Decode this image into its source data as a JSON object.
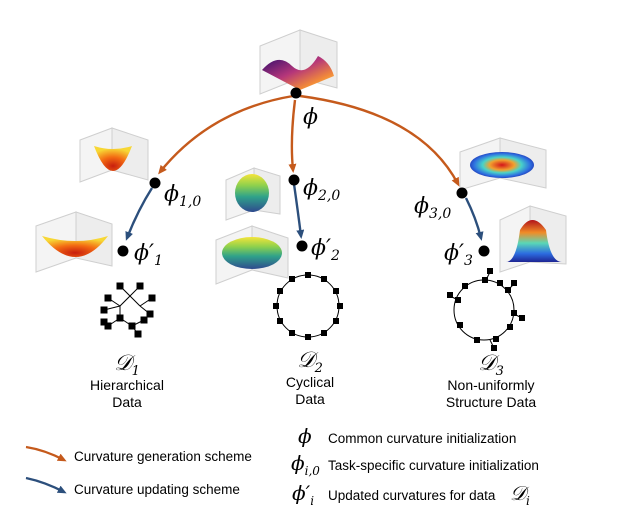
{
  "nodes": {
    "root": {
      "symbol": "ϕ",
      "subscript": ""
    },
    "task1": {
      "symbol": "ϕ",
      "subscript": "1,0"
    },
    "task2": {
      "symbol": "ϕ",
      "subscript": "2,0"
    },
    "task3": {
      "symbol": "ϕ",
      "subscript": "3,0"
    },
    "upd1": {
      "symbol": "ϕ′",
      "subscript": "1"
    },
    "upd2": {
      "symbol": "ϕ′",
      "subscript": "2"
    },
    "upd3": {
      "symbol": "ϕ′",
      "subscript": "3"
    }
  },
  "datasets": [
    {
      "symbol": "𝒟",
      "subscript": "1",
      "name_line1": "Hierarchical",
      "name_line2": "Data"
    },
    {
      "symbol": "𝒟",
      "subscript": "2",
      "name_line1": "Cyclical",
      "name_line2": "Data"
    },
    {
      "symbol": "𝒟",
      "subscript": "3",
      "name_line1": "Non-uniformly",
      "name_line2": "Structure Data"
    }
  ],
  "legend": {
    "generation": "Curvature generation scheme",
    "updating": "Curvature updating scheme",
    "common_symbol": "ϕ",
    "common_text": "Common curvature initialization",
    "task_symbol": "ϕ",
    "task_sub": "i,0",
    "task_text": "Task-specific curvature initialization",
    "updated_symbol": "ϕ′",
    "updated_sub": "i",
    "updated_text": "Updated curvatures for data",
    "updated_data_symbol": "𝒟",
    "updated_data_sub": "i"
  },
  "colors": {
    "generation_arrow": "#c55a1c",
    "updating_arrow": "#2c4f7c",
    "node": "#000000"
  }
}
